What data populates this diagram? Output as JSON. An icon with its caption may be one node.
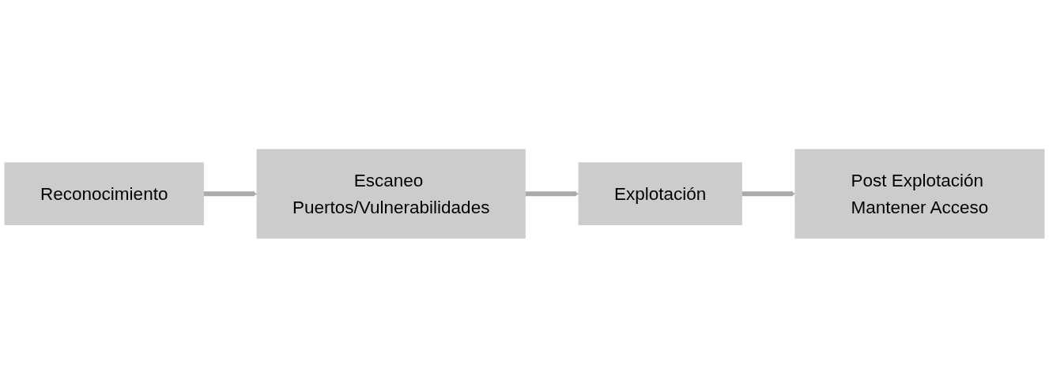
{
  "diagram": {
    "nodes": [
      {
        "text": [
          "Reconocimiento"
        ]
      },
      {
        "text": [
          "Escaneo Puertos/Vulnerabilidades"
        ]
      },
      {
        "text": [
          "Explotación"
        ]
      },
      {
        "text": [
          "Post Explotación Mantener Acceso"
        ]
      }
    ],
    "edges": [
      {
        "from": 0,
        "to": 1,
        "arrow": "to"
      },
      {
        "from": 1,
        "to": 2,
        "arrow": "to"
      },
      {
        "from": 2,
        "to": 3,
        "arrow": "to"
      }
    ]
  }
}
